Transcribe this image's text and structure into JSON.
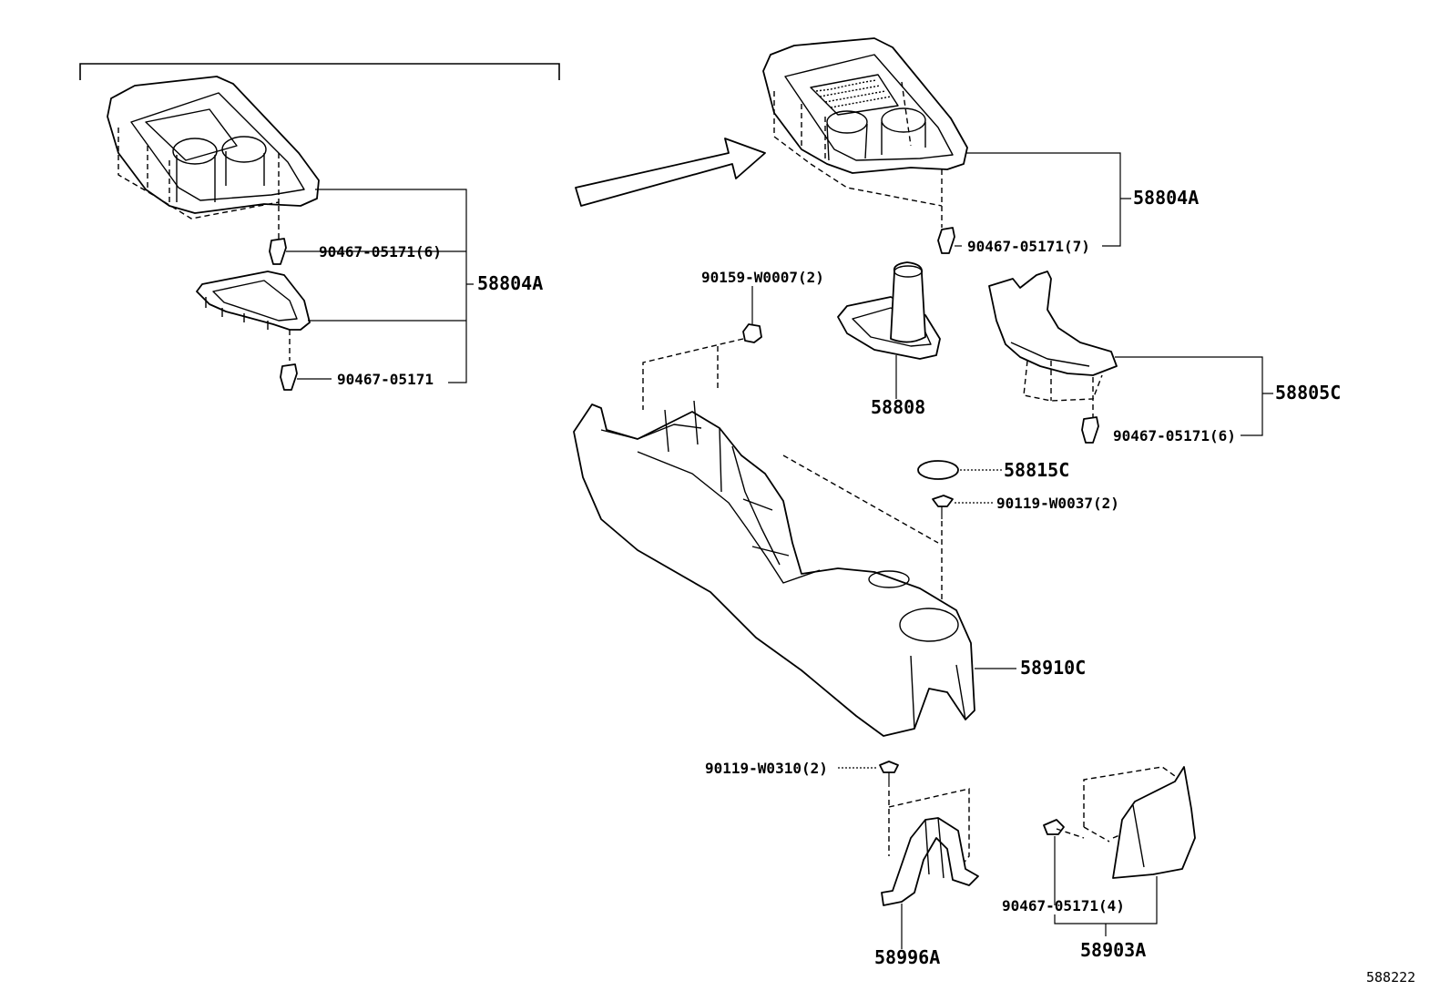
{
  "callouts": {
    "left_clip_6": "90467-05171(6)",
    "left_assembly": "58804A",
    "left_clip": "90467-05171",
    "right_assembly": "58804A",
    "right_clip_7": "90467-05171(7)",
    "bolt_w0007": "90159-W0007(2)",
    "boot": "58808",
    "panel_58805c": "58805C",
    "panel_clip_6": "90467-05171(6)",
    "plug": "58815C",
    "screw_w0037": "90119-W0037(2)",
    "console_box": "58910C",
    "screw_w0310": "90119-W0310(2)",
    "bracket": "58996A",
    "rear_clip_4": "90467-05171(4)",
    "rear_panel": "58903A"
  },
  "diagram_code": "588222"
}
